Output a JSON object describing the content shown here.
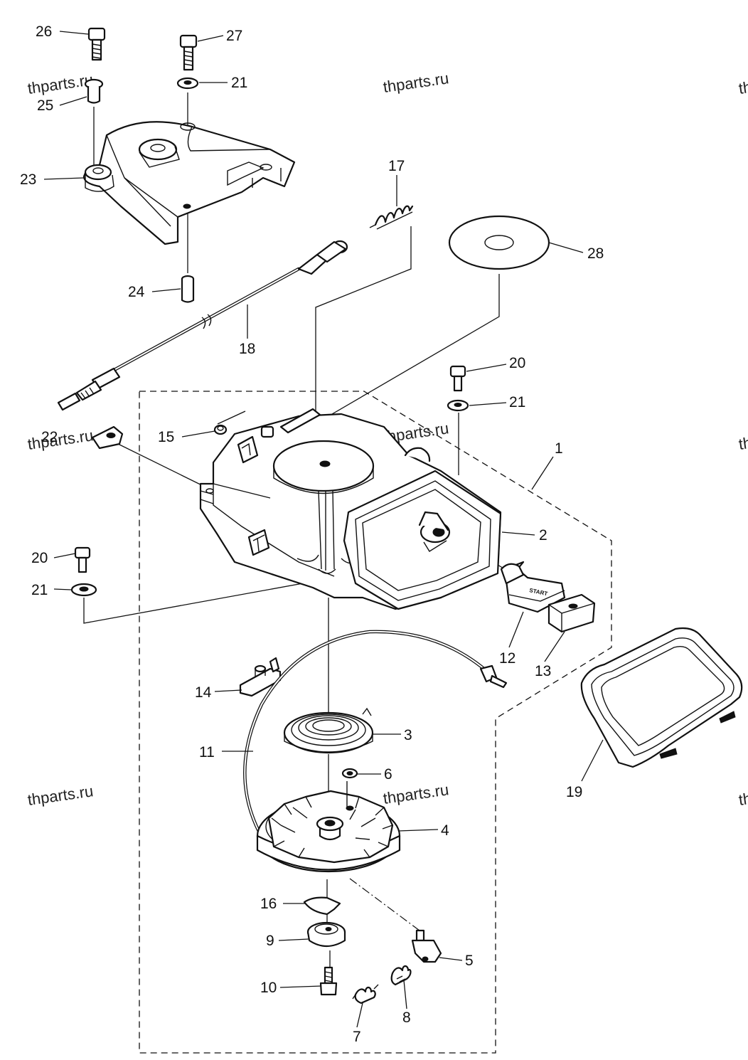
{
  "watermark": "thparts.ru",
  "grip_text": "START",
  "callouts": {
    "c1": "1",
    "c2": "2",
    "c3": "3",
    "c4": "4",
    "c5": "5",
    "c6": "6",
    "c7": "7",
    "c8": "8",
    "c9": "9",
    "c10": "10",
    "c11": "11",
    "c12": "12",
    "c13": "13",
    "c14": "14",
    "c15": "15",
    "c16": "16",
    "c17": "17",
    "c18": "18",
    "c19": "19",
    "c20a": "20",
    "c20b": "20",
    "c21a": "21",
    "c21b": "21",
    "c21c": "21",
    "c22": "22",
    "c23": "23",
    "c24": "24",
    "c25": "25",
    "c26": "26",
    "c27": "27",
    "c28": "28"
  }
}
